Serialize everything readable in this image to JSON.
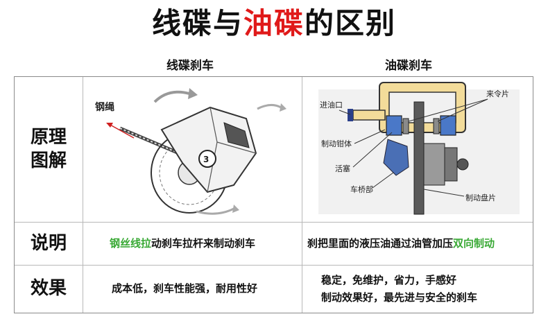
{
  "title": {
    "part1": "线碟与",
    "highlight": "油碟",
    "part2": "的区别",
    "highlight_color": "#e01a1a"
  },
  "columns": {
    "left": "线碟刹车",
    "right": "油碟刹车"
  },
  "rows": {
    "diagram": {
      "label_line1": "原理",
      "label_line2": "图解"
    },
    "explain": {
      "label": "说明",
      "left_green": "钢丝线拉",
      "left_rest": "动刹车拉杆来制动刹车",
      "right_rest": "刹把里面的液压油通过油管加压",
      "right_green": "双向制动"
    },
    "effect": {
      "label": "效果",
      "left": "成本低，刹车性能强，耐用性好",
      "right_line1": "稳定，免维护，省力，手感好",
      "right_line2": "制动效果好，最先进与安全的刹车"
    }
  },
  "left_diagram": {
    "cable_label": "钢绳"
  },
  "right_diagram": {
    "labels": {
      "inlet": "进油口",
      "caliper": "制动钳体",
      "piston": "活塞",
      "axle": "车桥部",
      "disc": "制动盘片",
      "pads": "来令片"
    }
  },
  "colors": {
    "accent_green": "#39a935",
    "hydraulic_oil": "#f3dc9a",
    "piston_blue": "#4a78c8"
  }
}
